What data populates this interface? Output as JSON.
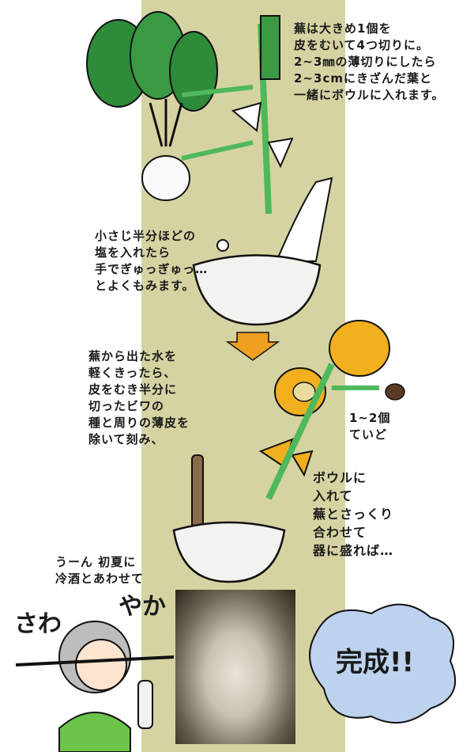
{
  "steps": {
    "step1": [
      "蕪は大きめ1個を",
      "皮をむいて4つ切りに。",
      "2~3㎜の薄切りにしたら",
      "2~3cmにきざんだ葉と",
      "一緒にボウルに入れます。"
    ],
    "step2": [
      "小さじ半分ほどの",
      "塩を入れたら",
      "手でぎゅっぎゅっ…",
      "とよくもみます。"
    ],
    "step3": [
      "蕪から出た水を",
      "軽くきったら、",
      "皮をむき半分に",
      "切ったビワの",
      "種と周りの薄皮を",
      "除いて刻み、"
    ],
    "seed_note": [
      "1~2個",
      "ていど"
    ],
    "step4": [
      "ボウルに",
      "入れて",
      "蕪とさっくり",
      "合わせて",
      "器に盛れば…"
    ]
  },
  "footer": {
    "comment": [
      "うーん 初夏に",
      "冷酒とあわせて"
    ],
    "sawa": "さわ",
    "yaka": "やか",
    "done": "完成!!"
  },
  "colors": {
    "band": "#d6d3a2",
    "leaf": "#2e8b3a",
    "loquat": "#f2b01e",
    "arrow": "#4fb85a",
    "step_arrow": "#f0a020",
    "cloud": "#bcd2ee"
  }
}
